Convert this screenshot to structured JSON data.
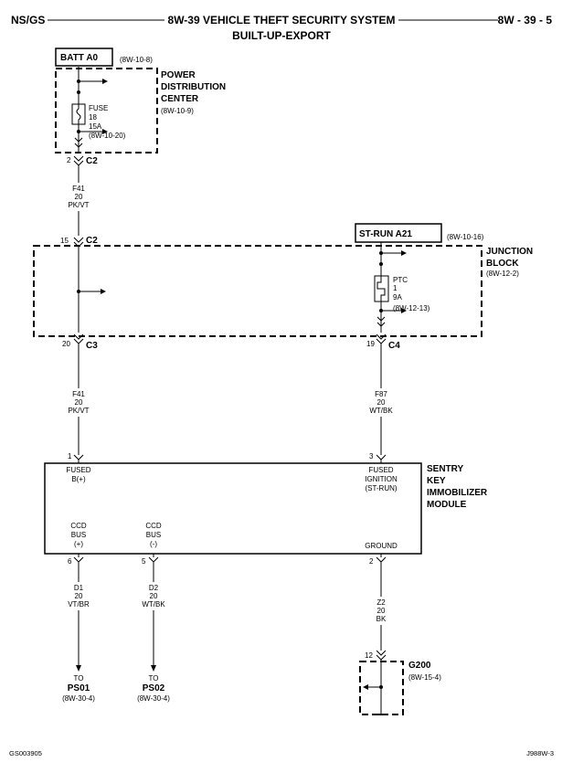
{
  "header": {
    "left": "NS/GS",
    "title": "8W-39 VEHICLE THEFT SECURITY SYSTEM",
    "subtitle": "BUILT-UP-EXPORT",
    "right": "8W - 39 - 5"
  },
  "batt": {
    "label": "BATT A0",
    "ref": "(8W-10-8)"
  },
  "pdc": {
    "line1": "POWER",
    "line2": "DISTRIBUTION",
    "line3": "CENTER",
    "ref": "(8W-10-9)",
    "fuse": {
      "name": "FUSE",
      "num": "18",
      "amp": "15A",
      "ref": "(8W-10-20)"
    }
  },
  "conn_pdc_c2": {
    "pin": "2",
    "name": "C2"
  },
  "wire_f41_a": {
    "circuit": "F41",
    "gauge": "20",
    "color": "PK/VT"
  },
  "conn_jb_c2": {
    "pin": "15",
    "name": "C2"
  },
  "strun": {
    "label": "ST-RUN A21",
    "ref": "(8W-10-16)"
  },
  "jb": {
    "line1": "JUNCTION",
    "line2": "BLOCK",
    "ref": "(8W-12-2)",
    "ptc": {
      "name": "PTC",
      "num": "1",
      "amp": "9A",
      "ref": "(8W-12-13)"
    }
  },
  "conn_c3": {
    "pin": "20",
    "name": "C3"
  },
  "conn_c4": {
    "pin": "19",
    "name": "C4"
  },
  "wire_f41_b": {
    "circuit": "F41",
    "gauge": "20",
    "color": "PK/VT"
  },
  "wire_f87": {
    "circuit": "F87",
    "gauge": "20",
    "color": "WT/BK"
  },
  "skim": {
    "line1": "SENTRY",
    "line2": "KEY",
    "line3": "IMMOBILIZER",
    "line4": "MODULE",
    "pin1": "1",
    "pin3": "3",
    "fused_b_1": "FUSED",
    "fused_b_2": "B(+)",
    "fused_ign_1": "FUSED",
    "fused_ign_2": "IGNITION",
    "fused_ign_3": "(ST-RUN)",
    "ccd_pos_1": "CCD",
    "ccd_pos_2": "BUS",
    "ccd_pos_3": "(+)",
    "ccd_neg_1": "CCD",
    "ccd_neg_2": "BUS",
    "ccd_neg_3": "(-)",
    "ground": "GROUND",
    "pin6": "6",
    "pin5": "5",
    "pin2": "2"
  },
  "wire_d1": {
    "circuit": "D1",
    "gauge": "20",
    "color": "VT/BR"
  },
  "wire_d2": {
    "circuit": "D2",
    "gauge": "20",
    "color": "WT/BK"
  },
  "wire_z2": {
    "circuit": "Z2",
    "gauge": "20",
    "color": "BK"
  },
  "to_ps01": {
    "to": "TO",
    "name": "PS01",
    "ref": "(8W-30-4)"
  },
  "to_ps02": {
    "to": "TO",
    "name": "PS02",
    "ref": "(8W-30-4)"
  },
  "g200": {
    "pin": "12",
    "name": "G200",
    "ref": "(8W-15-4)"
  },
  "footer": {
    "left": "GS003905",
    "right": "J988W-3"
  }
}
